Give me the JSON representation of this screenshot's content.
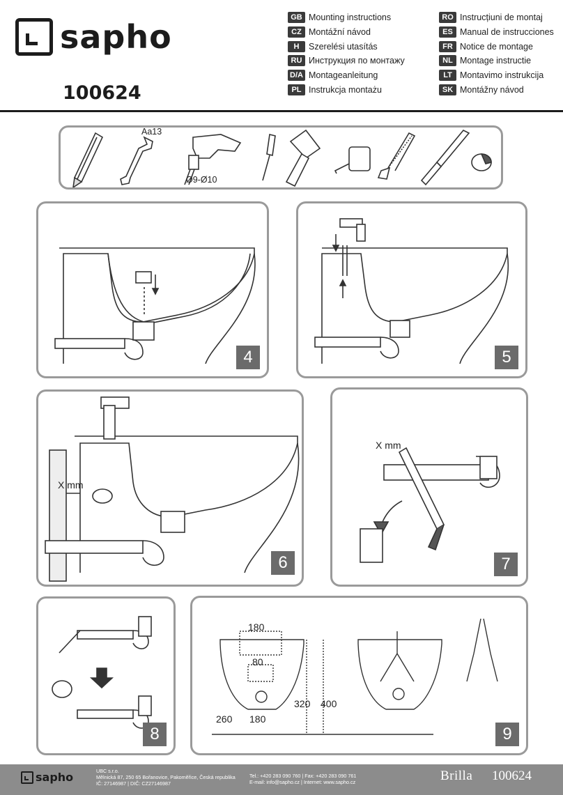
{
  "brand": {
    "name": "sapho",
    "code": "100624"
  },
  "languages_left": [
    {
      "code": "GB",
      "name": "Mounting instructions"
    },
    {
      "code": "CZ",
      "name": "Montážní návod"
    },
    {
      "code": "H",
      "name": "Szerelési utasítás"
    },
    {
      "code": "RU",
      "name": "Инструкция по монтажу"
    },
    {
      "code": "D/A",
      "name": "Montageanleitung"
    },
    {
      "code": "PL",
      "name": "Instrukcja montażu"
    }
  ],
  "languages_right": [
    {
      "code": "RO",
      "name": "Instrucțiuni de montaj"
    },
    {
      "code": "ES",
      "name": "Manual de instrucciones"
    },
    {
      "code": "FR",
      "name": "Notice de montage"
    },
    {
      "code": "NL",
      "name": "Montage instructie"
    },
    {
      "code": "LT",
      "name": "Montavimo instrukcija"
    },
    {
      "code": "SK",
      "name": "Montážny návod"
    }
  ],
  "tools": {
    "wrench_label": "Aa13",
    "drill_label": "Ø9-Ø10"
  },
  "steps": {
    "s4": "4",
    "s5": "5",
    "s6": "6",
    "s7": "7",
    "s8": "8",
    "s9": "9",
    "xmm6": "X mm",
    "xmm7": "X mm"
  },
  "dimensions": {
    "d180_top": "180",
    "d80": "80",
    "d260": "260",
    "d180_bottom": "180",
    "d320": "320",
    "d400": "400"
  },
  "footer": {
    "logo": "sapho",
    "company_1": "UBC s.r.o.",
    "company_2": "Mělnická 87, 250 65 Bořanovice, Pakoměřice, Česká republika",
    "company_3": "IČ: 27146987 | DIČ: CZ27146987",
    "contact_1": "Tel.: +420 283 090 760 | Fax: +420 283 090 761",
    "contact_2": "E-mail: info@sapho.cz | Internet: www.sapho.cz",
    "product": "Brilla",
    "code": "100624"
  }
}
